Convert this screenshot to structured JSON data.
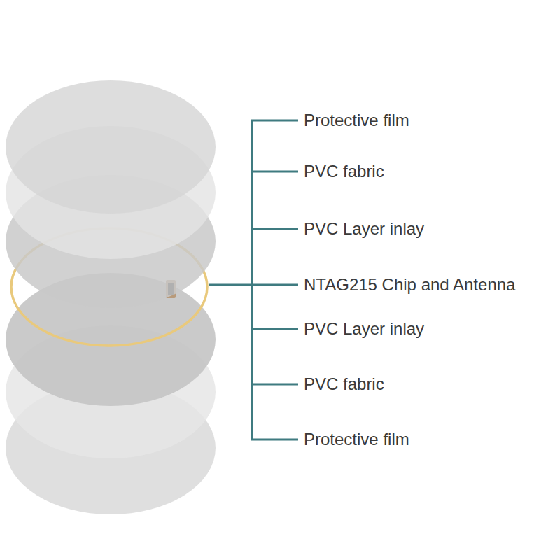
{
  "diagram": {
    "labels": [
      "Protective film",
      "PVC fabric",
      "PVC Layer inlay",
      "NTAG215 Chip and Antenna",
      "PVC Layer inlay",
      "PVC fabric",
      "Protective film"
    ]
  }
}
